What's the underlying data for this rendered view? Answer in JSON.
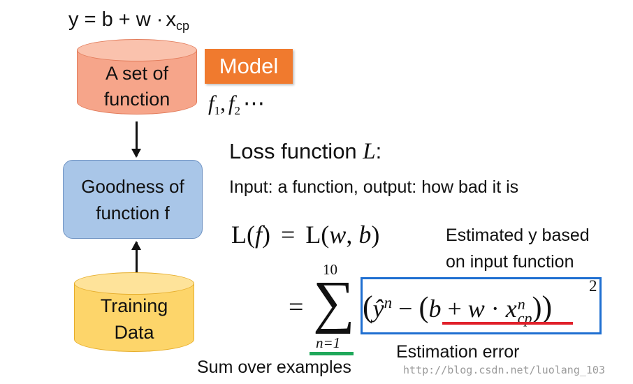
{
  "model_eq": {
    "y": "y",
    "eq": "=",
    "b": "b",
    "plus": "+",
    "w": "w",
    "dot": "·",
    "x": "x",
    "sub": "cp"
  },
  "model_cylinder": {
    "line1": "A set of",
    "line2": "function"
  },
  "model_badge": "Model",
  "functions": {
    "f": "f",
    "s1": "1",
    "comma": ",",
    "s2": "2",
    "dots": "⋯"
  },
  "goodness_box": {
    "line1": "Goodness of",
    "line2": "function f"
  },
  "data_cylinder": {
    "line1": "Training",
    "line2": "Data"
  },
  "loss_title": {
    "prefix": "Loss function ",
    "symbol": "L",
    "suffix": ":"
  },
  "loss_desc": "Input: a function, output: how bad it is",
  "loss_eq": {
    "L1": "L(",
    "f": "f",
    "close1": ")",
    "eq": "=",
    "L2": "L(",
    "w": "w",
    "comma": ",",
    "b": "b",
    "close2": ")"
  },
  "sum": {
    "eq": "=",
    "sigma": "∑",
    "upper": "10",
    "lower": "n=1"
  },
  "term": {
    "lparen": "(",
    "yhat": "ŷ",
    "n1": "n",
    "minus": "−",
    "lparen2": "(",
    "b": "b",
    "plus": "+",
    "w": "w",
    "dot": "·",
    "x": "x",
    "xsup": "n",
    "xsub": "cp",
    "rparen2": ")",
    "rparen": ")",
    "square": "2"
  },
  "annotations": {
    "estimated_line1": "Estimated y based",
    "estimated_line2": "on input function",
    "estimation_error": "Estimation error",
    "sum_over": "Sum over examples"
  },
  "watermark": "http://blog.csdn.net/luolang_103",
  "colors": {
    "model_badge": "#f07a2e",
    "box_border": "#1f6fd1",
    "red_underline": "#e0202a",
    "green_underline": "#1fa85a"
  }
}
